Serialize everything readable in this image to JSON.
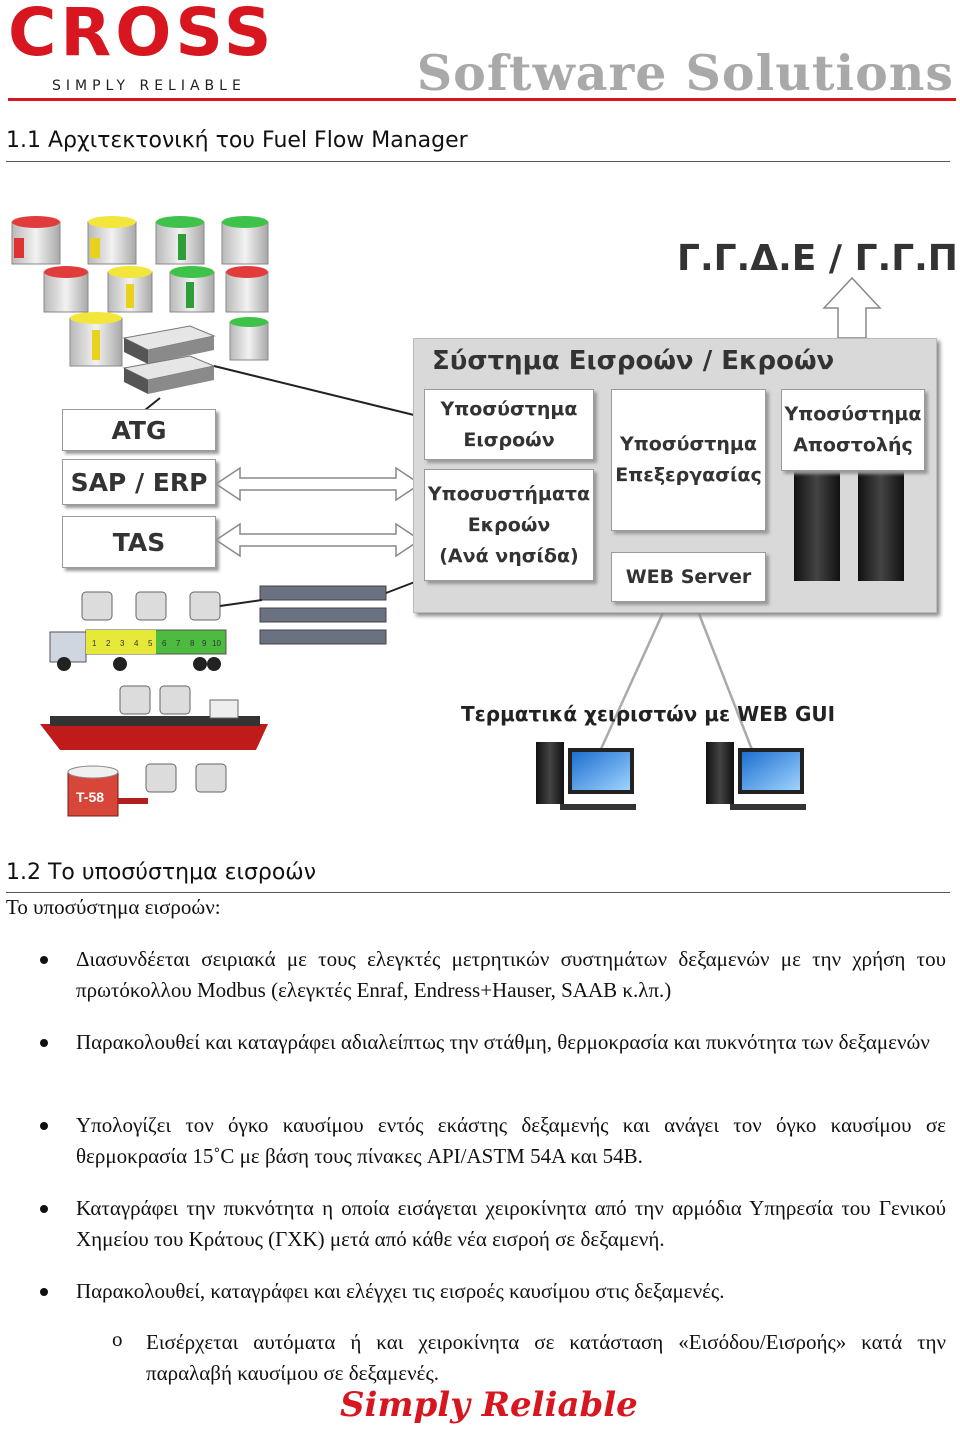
{
  "header": {
    "logo_name": "CROSS",
    "logo_tagline": "SIMPLY RELIABLE",
    "right_title": "Software Solutions",
    "accent_color": "#d7161f"
  },
  "section_1_1": {
    "title": "1.1   Αρχιτεκτονική του Fuel Flow Manager"
  },
  "diagram": {
    "authority": "Γ.Γ.Δ.Ε / Γ.Γ.Π.Σ",
    "system_title": "Σύστημα Εισροών / Εκροών",
    "subsystems": {
      "inputs": [
        "Υποσύστημα",
        "Εισροών"
      ],
      "processing": [
        "Υποσύστημα",
        "Επεξεργασίας"
      ],
      "dispatch": [
        "Υποσύστημα",
        "Αποστολής"
      ],
      "outputs": [
        "Υποσυστήματα",
        "Εκροών",
        "(Ανά νησίδα)"
      ],
      "web_server": "WEB Server"
    },
    "sources": [
      "ATG",
      "SAP / ERP",
      "TAS"
    ],
    "terminals_label": "Τερματικά χειριστών με WEB GUI",
    "tank_label": "T-58",
    "truck_compartments": [
      "1",
      "2",
      "3",
      "4",
      "5",
      "6",
      "7",
      "8",
      "9",
      "10"
    ]
  },
  "section_1_2": {
    "title": "1.2   Το υποσύστημα εισροών",
    "intro": "Το υποσύστημα εισροών:",
    "bullets": [
      "Διασυνδέεται σειριακά με τους ελεγκτές μετρητικών συστημάτων δεξαμενών με την χρήση του πρωτόκολλου Modbus (ελεγκτές Enraf, Endress+Hauser, SAAB κ.λπ.)",
      "Παρακολουθεί και καταγράφει αδιαλείπτως την στάθμη, θερμοκρασία και πυκνότητα των δεξαμενών",
      "Υπολογίζει τον όγκο καυσίμου εντός εκάστης δεξαμενής και ανάγει τον όγκο καυσίμου σε θερμοκρασία 15˚C με βάση τους πίνακες API/ASTM 54A και 54B.",
      "Καταγράφει την πυκνότητα η οποία εισάγεται χειροκίνητα από την αρμόδια Υπηρεσία του Γενικού Χημείου του Κράτους (ΓΧΚ) μετά από κάθε νέα εισροή σε δεξαμενή.",
      "Παρακολουθεί, καταγράφει και ελέγχει τις εισροές καυσίμου στις δεξαμενές."
    ],
    "sub_marker": "o",
    "sub_bullets": [
      "Εισέρχεται αυτόματα ή και χειροκίνητα σε κατάσταση «Εισόδου/Εισροής» κατά την παραλαβή καυσίμου σε δεξαμενές."
    ]
  },
  "footer": {
    "slogan": "Simply Reliable"
  }
}
